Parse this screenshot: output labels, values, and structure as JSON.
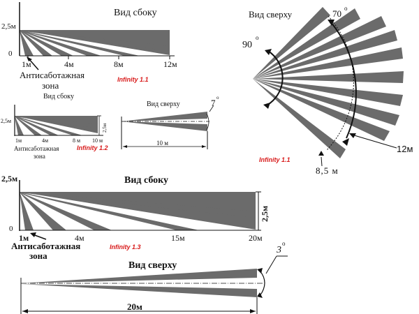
{
  "colors": {
    "beam": "#6b6b6b",
    "line": "#111111",
    "label_red": "#d81818",
    "background": "#ffffff"
  },
  "panel1": {
    "title": "Вид сбоку",
    "height_label": "2,5м",
    "zero_label": "0",
    "distances": [
      "1м",
      "4м",
      "8м",
      "12м"
    ],
    "anti_tamper_line1": "Антисаботажная",
    "anti_tamper_line2": "зона",
    "model": "Infinity 1.1"
  },
  "panel2": {
    "title": "Вид сверху",
    "angle_left": "90",
    "angle_top": "70",
    "distance_inner": "8,5 м",
    "distance_outer": "12м",
    "model": "Infinity 1.1",
    "degree": "o"
  },
  "panel3": {
    "title": "Вид сбоку",
    "height_label": "2,5м",
    "side_height": "2,5м",
    "distances": [
      "1м",
      "4м",
      "8 м",
      "10 м"
    ],
    "anti_tamper_line1": "Антисаботажная",
    "anti_tamper_line2": "зона",
    "model": "Infinity 1.2"
  },
  "panel4": {
    "title": "Вид сверху",
    "angle": "7",
    "degree": "o",
    "length": "10 м"
  },
  "panel5": {
    "title": "Вид сбоку",
    "height_label": "2,5м",
    "side_height": "2,5м",
    "zero_label": "0",
    "distances": [
      "1м",
      "4м",
      "15м",
      "20м"
    ],
    "anti_tamper_line1": "Антисаботажная",
    "anti_tamper_line2": "зона",
    "model": "Infinity 1.3"
  },
  "panel6": {
    "title": "Вид сверху",
    "angle": "3",
    "degree": "o",
    "length": "20м"
  }
}
